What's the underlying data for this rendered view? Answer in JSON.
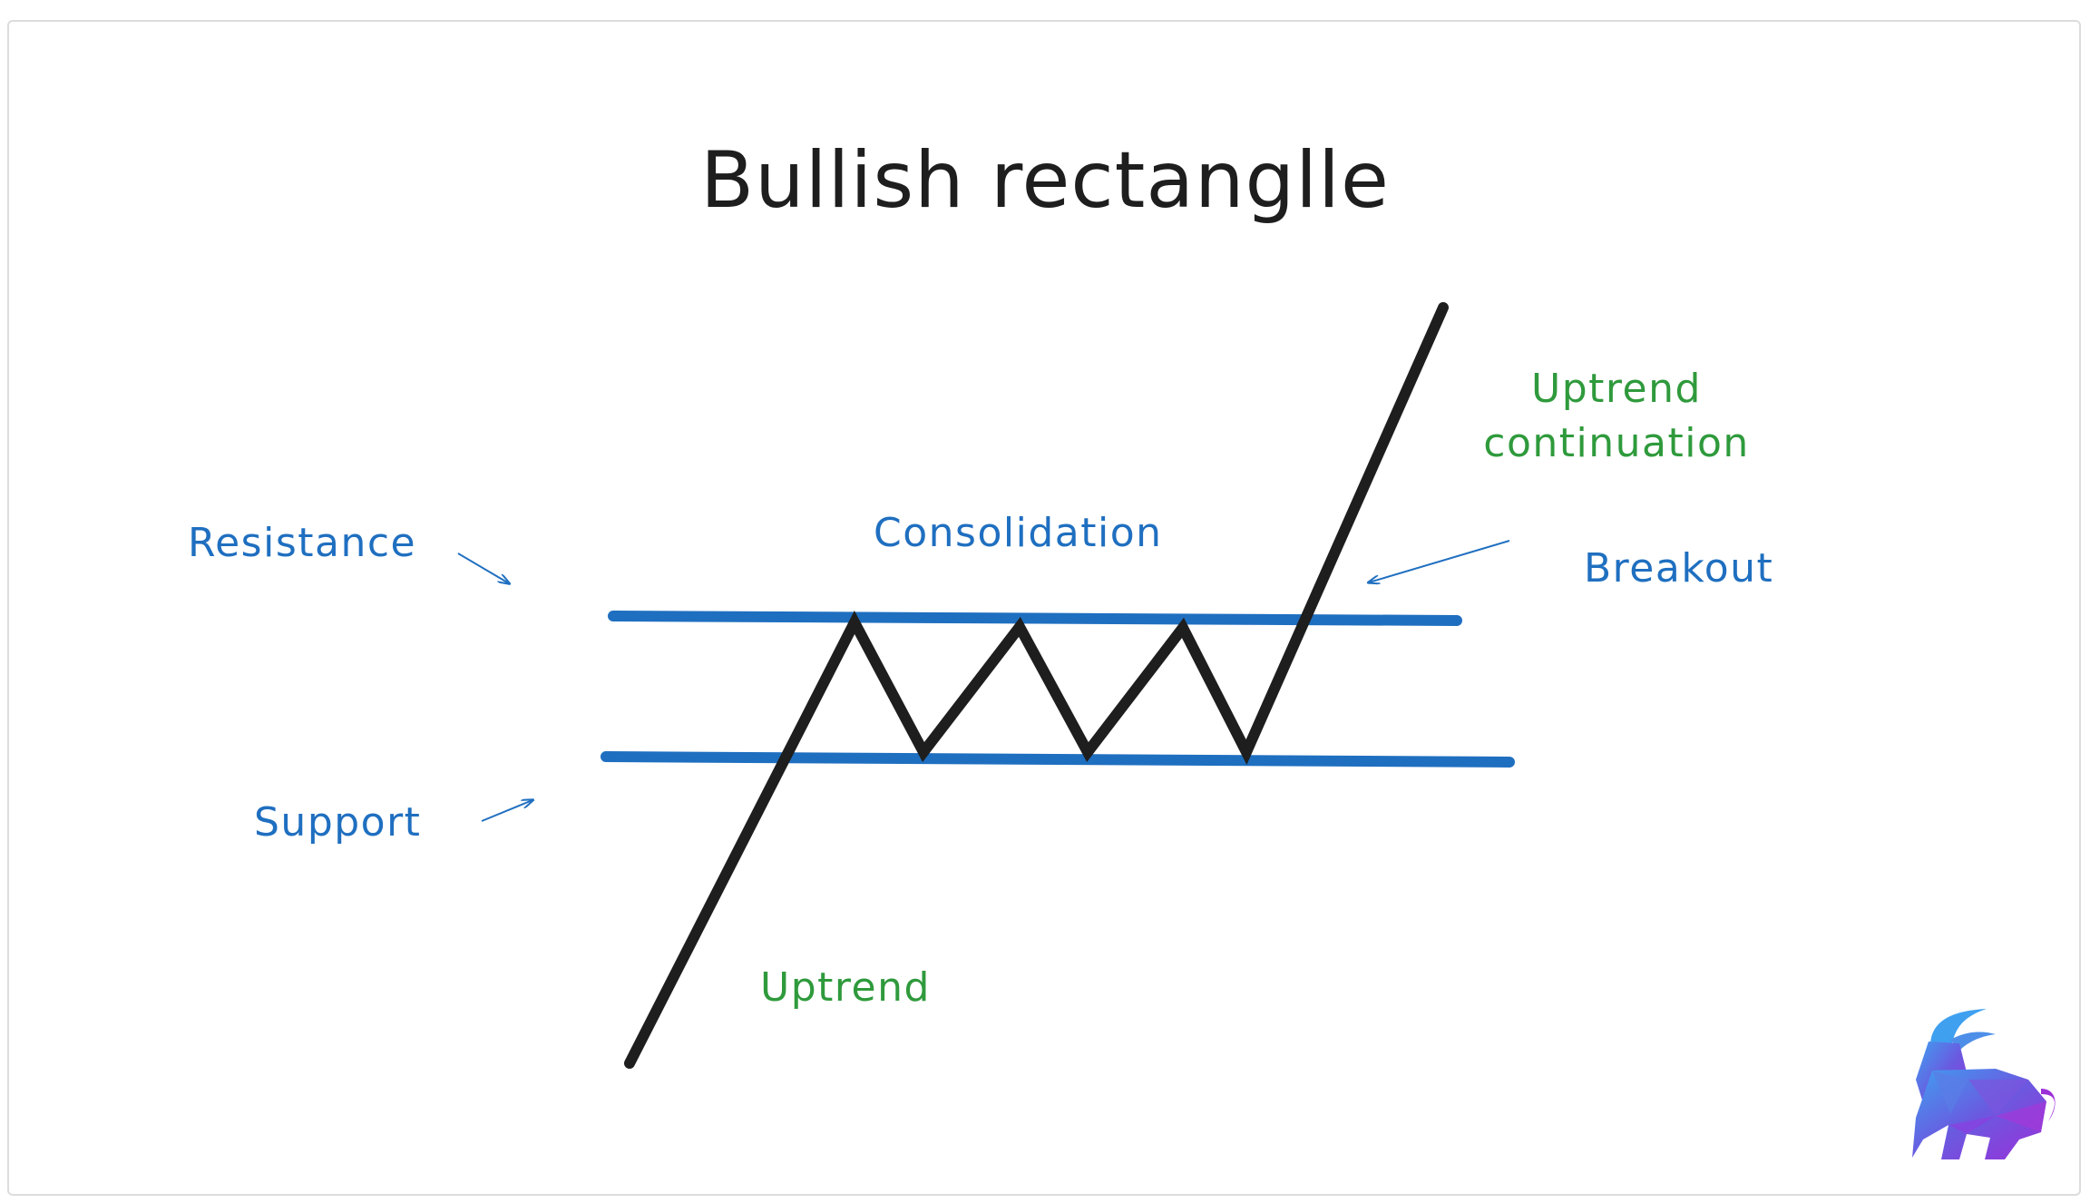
{
  "title": "Bullish rectanglle",
  "labels": {
    "resistance": "Resistance",
    "support": "Support",
    "consolidation": "Consolidation",
    "breakout": "Breakout",
    "uptrend": "Uptrend",
    "uptrend_continuation_line1": "Uptrend",
    "uptrend_continuation_line2": "continuation"
  },
  "colors": {
    "level_lines": "#1f6fc0",
    "price_path": "#1e1e1e",
    "annotation_blue": "#1f6fc0",
    "annotation_green": "#2f9a3c",
    "logo_blue": "#3a8de0",
    "logo_purple": "#8a2be2"
  },
  "icons": {
    "logo": "bull-logo-icon"
  }
}
